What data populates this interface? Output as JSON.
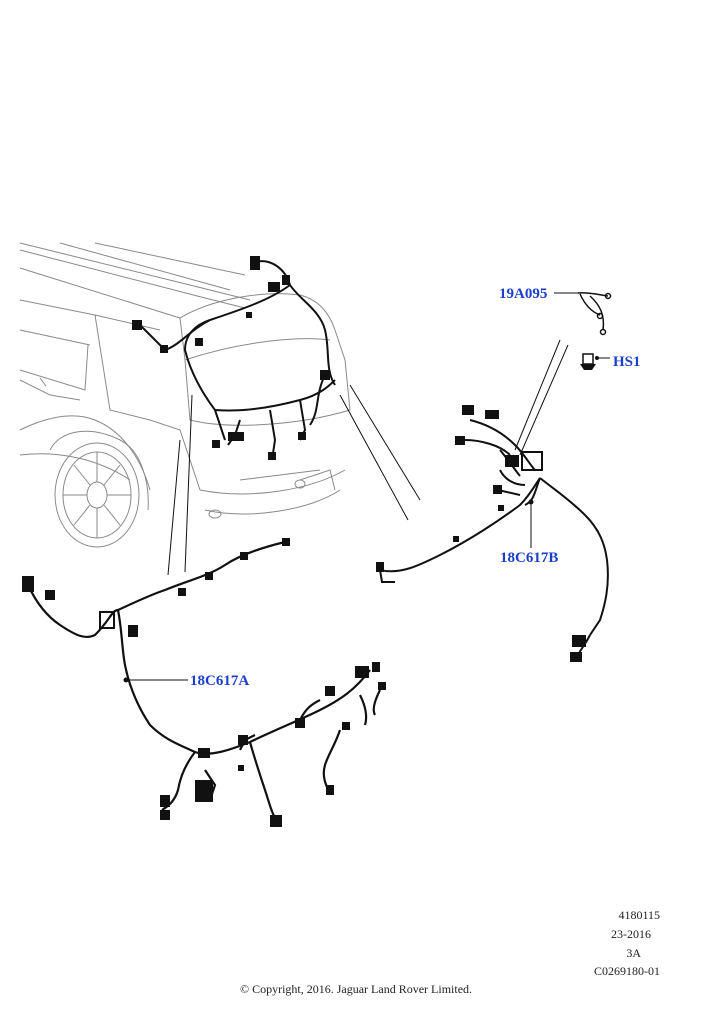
{
  "colors": {
    "callout": "#1a3fcf",
    "line": "#111111",
    "ghost": "#8a8a8a"
  },
  "callouts": {
    "c19a095": "19A095",
    "hs1": "HS1",
    "c18c617b": "18C617B",
    "c18c617a": "18C617A"
  },
  "meta": {
    "ref": "4180115",
    "date": "23-2016",
    "sheet": "3A",
    "code": "C0269180-01"
  },
  "copyright": "© Copyright, 2016. Jaguar Land Rover Limited."
}
